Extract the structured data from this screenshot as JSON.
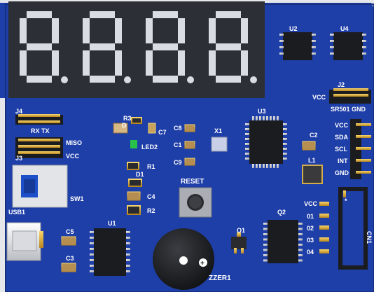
{
  "display": {
    "digits": [
      "8",
      "8",
      "8",
      "8"
    ],
    "segment_off_color": "#d9dde3",
    "body_color": "#2c2f36"
  },
  "board": {
    "pcb_color": "#1f3fa8",
    "silk_color": "#ffffff"
  },
  "labels": {
    "u2": "U2",
    "u4": "U4",
    "u3": "U3",
    "u1": "U1",
    "q1": "Q1",
    "q2": "Q2",
    "j2": "J2",
    "j4": "J4",
    "j3": "J3",
    "j2_vcc": "VCC",
    "j2_pin": "SR501 GND",
    "rx_tx": "RX TX",
    "miso": "MISO",
    "vcc_left": "VCC",
    "r3": "R3",
    "c7": "C7",
    "c8": "C8",
    "c1": "C1",
    "c9": "C9",
    "x1": "X1",
    "c2": "C2",
    "led2": "LED2",
    "r1": "R1",
    "d1": "D1",
    "c4": "C4",
    "r2": "R2",
    "reset": "RESET",
    "sw1": "SW1",
    "usb1": "USB1",
    "c5": "C5",
    "c3": "C3",
    "l1": "L1",
    "buzzer": "ZZER1",
    "cn1": "CN1",
    "d_small": "D"
  },
  "header_pins": {
    "vcc": "VCC",
    "sda": "SDA",
    "scl": "SCL",
    "int": "INT",
    "gnd": "GND"
  },
  "cn1_pins": {
    "vcc": "VCC",
    "o1": "01",
    "o2": "02",
    "o3": "03",
    "o4": "04"
  }
}
